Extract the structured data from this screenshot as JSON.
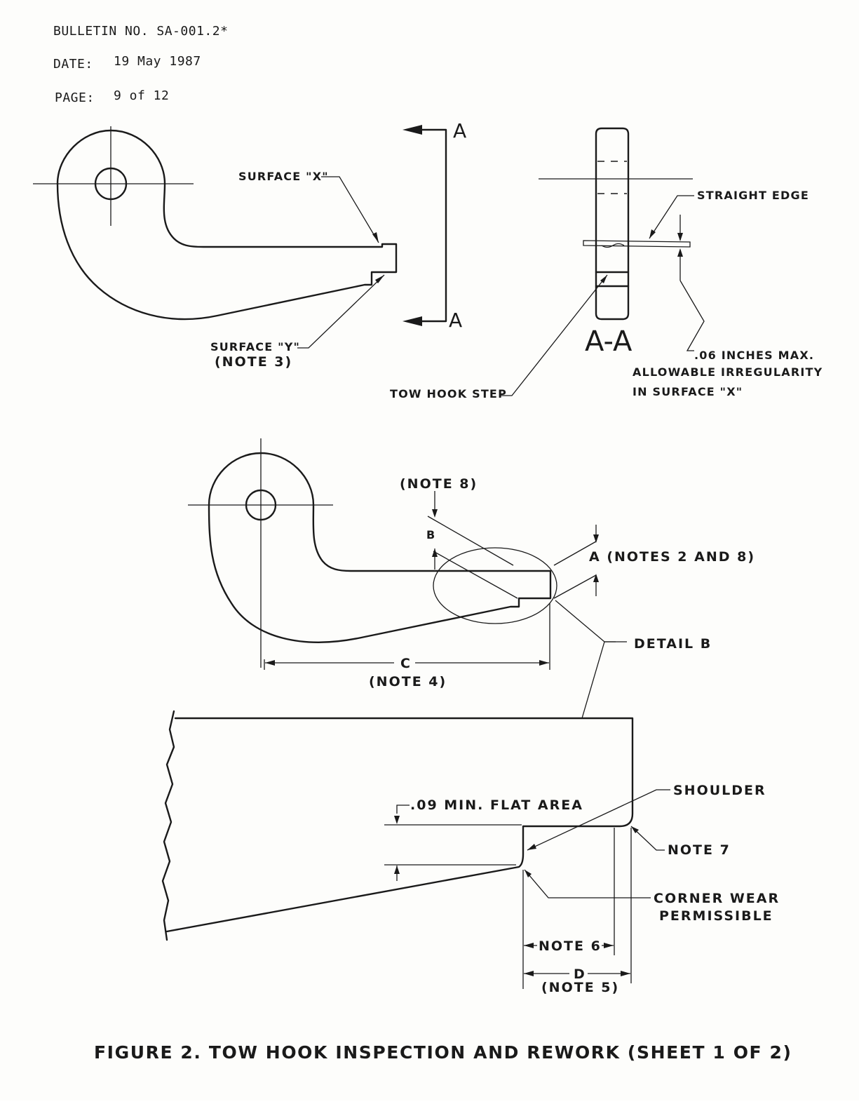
{
  "header": {
    "bulletin": "BULLETIN NO. SA-001.2*",
    "date_label": "DATE:",
    "date_value": "19 May 1987",
    "page_label": "PAGE:",
    "page_value": "9 of 12"
  },
  "top_view": {
    "section_letter_top": "A",
    "section_letter_bottom": "A",
    "surface_x": "SURFACE \"X\"",
    "surface_y": "SURFACE \"Y\"",
    "note_3": "(NOTE 3)"
  },
  "section_view": {
    "title": "A-A",
    "straight_edge": "STRAIGHT EDGE",
    "irregularity_line1": ".06 INCHES MAX.",
    "irregularity_line2": "ALLOWABLE IRREGULARITY",
    "irregularity_line3": "IN SURFACE \"X\"",
    "tow_hook_step": "TOW HOOK STEP"
  },
  "middle_view": {
    "note_8": "(NOTE 8)",
    "dim_b": "B",
    "dim_a": "A (NOTES 2 AND 8)",
    "detail_b": "DETAIL B",
    "dim_c": "C",
    "note_4": "(NOTE 4)"
  },
  "detail_view": {
    "flat_area": ".09 MIN. FLAT AREA",
    "shoulder": "SHOULDER",
    "note_7": "NOTE 7",
    "corner_wear_line1": "CORNER WEAR",
    "corner_wear_line2": "PERMISSIBLE",
    "note_6": "NOTE 6",
    "dim_d": "D",
    "note_5": "(NOTE 5)"
  },
  "caption": "FIGURE 2. TOW HOOK INSPECTION AND REWORK (SHEET 1 OF 2)"
}
